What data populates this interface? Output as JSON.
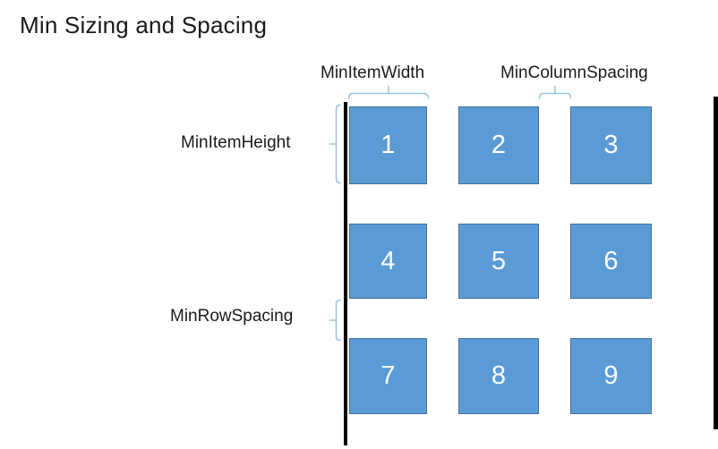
{
  "title": "Min Sizing and Spacing",
  "diagram": {
    "labels": {
      "min_item_width": "MinItemWidth",
      "min_column_spacing": "MinColumnSpacing",
      "min_item_height": "MinItemHeight",
      "min_row_spacing": "MinRowSpacing"
    },
    "grid": {
      "rows": 3,
      "columns": 3,
      "items": [
        {
          "label": "1"
        },
        {
          "label": "2"
        },
        {
          "label": "3"
        },
        {
          "label": "4"
        },
        {
          "label": "5"
        },
        {
          "label": "6"
        },
        {
          "label": "7"
        },
        {
          "label": "8"
        },
        {
          "label": "9"
        }
      ]
    }
  },
  "colors": {
    "square-fill": "#5B9BD5",
    "square-border": "#41719C",
    "square-text": "#FFFFFF",
    "brace": "#9DC3E6",
    "rail": "#000000",
    "text": "#1A1A1A"
  }
}
